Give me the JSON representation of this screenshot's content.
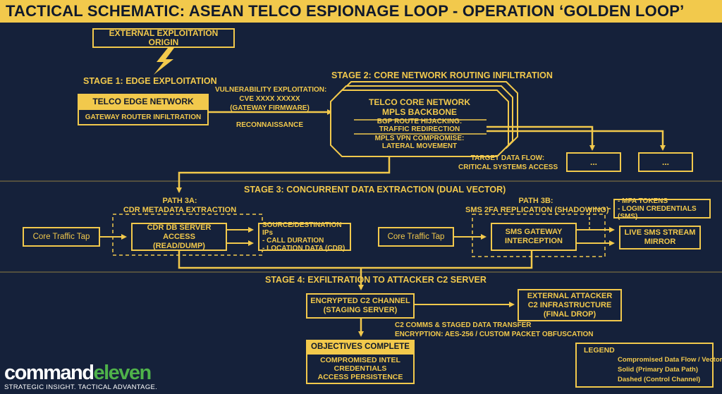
{
  "title": "TACTICAL SCHEMATIC: ASEAN TELCO ESPIONAGE LOOP - OPERATION ‘GOLDEN LOOP’",
  "origin": "EXTERNAL EXPLOITATION ORIGIN",
  "stage1": {
    "title": "STAGE 1: EDGE EXPLOITATION",
    "edge_header": "TELCO EDGE NETWORK",
    "edge_sub": "GATEWAY ROUTER INFILTRATION",
    "vuln_1": "VULNERABILITY EXPLOITATION:",
    "vuln_2": "CVE XXXX XXXXX",
    "vuln_3": "(GATEWAY FIRMWARE)",
    "recon": "RECONNAISSANCE"
  },
  "stage2": {
    "title": "STAGE 2: CORE NETWORK ROUTING INFILTRATION",
    "core_1": "TELCO CORE NETWORK",
    "core_2": "MPLS BACKBONE",
    "bgp_1": "BGP ROUTE HIJACKING:",
    "bgp_2": "TRAFFIC REDIRECTION",
    "mpls_1": "MPLS VPN COMPROMISE:",
    "mpls_2": "LATERAL MOVEMENT",
    "target_1": "TARGET DATA FLOW:",
    "target_2": "CRITICAL SYSTEMS ACCESS",
    "out_1": "...",
    "out_2": "..."
  },
  "stage3": {
    "title": "STAGE 3: CONCURRENT DATA EXTRACTION (DUAL VECTOR)",
    "path_a_1": "PATH 3A:",
    "path_a_2": "CDR METADATA EXTRACTION",
    "tap_a": "Core Traffic Tap",
    "cdr_1": "CDR DB SERVER ACCESS",
    "cdr_2": "(READ/DUMP)",
    "src_1": "SOURCE/DESTINATION IPs",
    "src_2": "- CALL DURATION",
    "src_3": "- LOCATION DATA (CDR)",
    "path_b_1": "PATH 3B:",
    "path_b_2": "SMS 2FA REPLICATION (SHADOWING)",
    "tap_b": "Core Traffic Tap",
    "sms_1": "SMS GATEWAY",
    "sms_2": "INTERCEPTION",
    "mfa_1": "- MFA TOKENS",
    "mfa_2": "- LOGIN CREDENTIALS (SMS)",
    "live_1": "LIVE SMS STREAM",
    "live_2": "MIRROR"
  },
  "stage4": {
    "title": "STAGE 4: EXFILTRATION TO ATTACKER C2 SERVER",
    "enc_1": "ENCRYPTED C2 CHANNEL",
    "enc_2": "(STAGING SERVER)",
    "ext_1": "EXTERNAL ATTACKER",
    "ext_2": "C2 INFRASTRUCTURE",
    "ext_3": "(FINAL DROP)",
    "comms_1": "C2 COMMS & STAGED DATA TRANSFER",
    "comms_2": "ENCRYPTION: AES-256 / CUSTOM PACKET OBFUSCATION",
    "obj_header": "OBJECTIVES COMPLETE",
    "obj_1": "COMPROMISED INTEL",
    "obj_2": "CREDENTIALS",
    "obj_3": "ACCESS PERSISTENCE"
  },
  "legend": {
    "title": "LEGEND",
    "item_1": "Compromised Data Flow / Vector",
    "item_2": "Solid (Primary Data Path)",
    "item_3": "Dashed (Control Channel)"
  },
  "brand": {
    "name_a": "command",
    "name_b": "eleven",
    "tagline": "STRATEGIC INSIGHT. TACTICAL ADVANTAGE."
  },
  "colors": {
    "accent": "#f2c94c",
    "background": "#15213a",
    "brand_green": "#4fb24a"
  }
}
